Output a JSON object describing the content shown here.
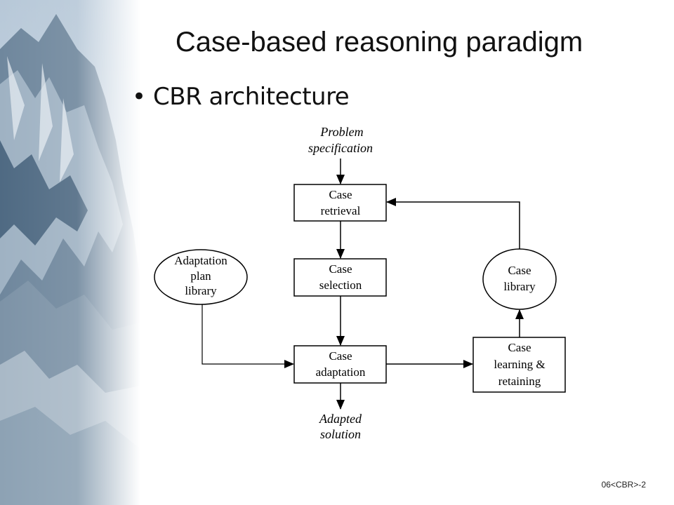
{
  "slide": {
    "title": "Case-based reasoning paradigm",
    "bullet": "CBR architecture",
    "slide_number": "06<CBR>-2"
  },
  "diagram": {
    "input_label": [
      "Problem",
      "specification"
    ],
    "output_label": [
      "Adapted",
      "solution"
    ],
    "nodes": {
      "case_retrieval": [
        "Case",
        "retrieval"
      ],
      "case_selection": [
        "Case",
        "selection"
      ],
      "case_adaptation": [
        "Case",
        "adaptation"
      ],
      "case_learning": [
        "Case",
        "learning &",
        "retaining"
      ],
      "adaptation_plan_library": [
        "Adaptation",
        "plan",
        "library"
      ],
      "case_library": [
        "Case",
        "library"
      ]
    }
  },
  "colors": {
    "background": "#ffffff",
    "text": "#111111",
    "mountain_sky": "#cfdbe6",
    "mountain_rock": "#5f7a93"
  }
}
